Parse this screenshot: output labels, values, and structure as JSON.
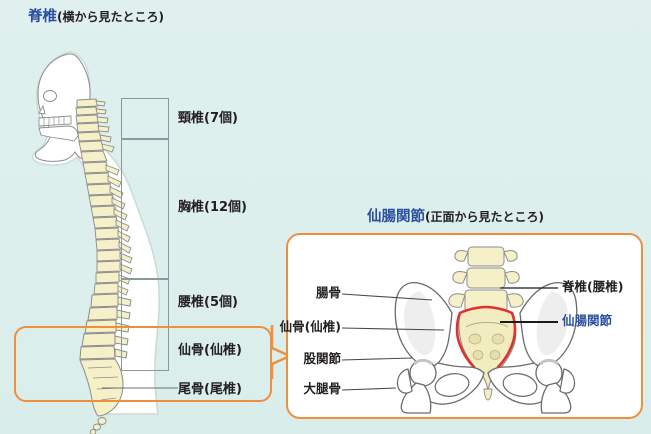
{
  "page": {
    "background_color": "#dcefed",
    "accent_orange": "#ef8e3d",
    "accent_blue": "#2b4f9e",
    "bone_fill": "#f5f0c8",
    "body_fill": "#ffffff",
    "joint_red": "#e03131"
  },
  "spine_panel": {
    "title_main": "脊椎",
    "title_sub": "(横から見たところ)",
    "segments": [
      {
        "label": "頸椎(7個)",
        "bone": "cervical"
      },
      {
        "label": "胸椎(12個)",
        "bone": "thoracic"
      },
      {
        "label": "腰椎(5個)",
        "bone": "lumbar"
      },
      {
        "label": "仙骨(仙椎)",
        "bone": "sacrum"
      },
      {
        "label": "尾骨(尾椎)",
        "bone": "coccyx"
      }
    ]
  },
  "si_panel": {
    "title_main": "仙腸関節",
    "title_sub": "(正面から見たところ)",
    "labels_left": [
      {
        "label": "腸骨",
        "bone": "ilium"
      },
      {
        "label": "仙骨(仙椎)",
        "bone": "sacrum"
      },
      {
        "label": "股関節",
        "bone": "hip-joint"
      },
      {
        "label": "大腿骨",
        "bone": "femur"
      }
    ],
    "labels_right": [
      {
        "label": "脊椎(腰椎)",
        "bone": "lumbar-spine",
        "color": "black"
      },
      {
        "label": "仙腸関節",
        "bone": "sacroiliac-joint",
        "color": "blue"
      }
    ]
  }
}
